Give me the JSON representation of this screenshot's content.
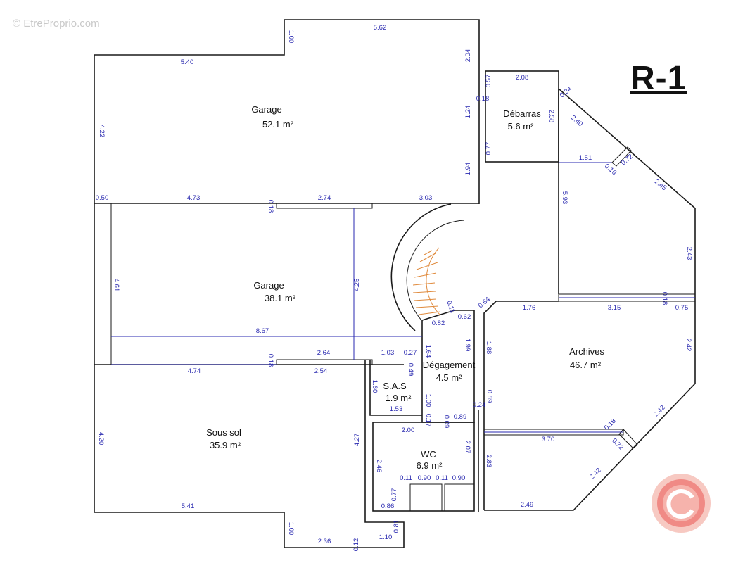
{
  "watermark": "© EtreProprio.com",
  "level_title": "R-1",
  "area_unit": "m²",
  "rooms": [
    {
      "name": "Garage",
      "area": "52.1"
    },
    {
      "name": "Garage",
      "area": "38.1"
    },
    {
      "name": "Débarras",
      "area": "5.6"
    },
    {
      "name": "Archives",
      "area": "46.7"
    },
    {
      "name": "Dégagement",
      "area": "4.5"
    },
    {
      "name": "S.A.S",
      "area": "1.9"
    },
    {
      "name": "WC",
      "area": "6.9"
    },
    {
      "name": "Sous sol",
      "area": "35.9"
    }
  ],
  "dimensions": [
    "5.62",
    "1.00",
    "5.40",
    "2.04",
    "0.57",
    "2.08",
    "0.18",
    "1.24",
    "2.58",
    "0.34",
    "2.40",
    "0.77",
    "4.22",
    "1.94",
    "1.51",
    "0.16",
    "0.72",
    "2.45",
    "0.50",
    "4.73",
    "2.74",
    "3.03",
    "0.18",
    "5.93",
    "4.61",
    "4.25",
    "2.43",
    "0.11",
    "0.54",
    "1.76",
    "3.15",
    "0.18",
    "0.75",
    "0.82",
    "0.62",
    "8.67",
    "1.64",
    "1.99",
    "1.88",
    "2.42",
    "2.64",
    "1.03",
    "0.27",
    "0.18",
    "0.49",
    "4.74",
    "2.54",
    "1.60",
    "1.00",
    "0.89",
    "0.24",
    "1.53",
    "0.17",
    "0.09",
    "0.89",
    "2.42",
    "0.18",
    "2.00",
    "4.20",
    "4.27",
    "3.70",
    "0.72",
    "2.07",
    "2.46",
    "2.83",
    "0.11",
    "0.90",
    "0.11",
    "0.90",
    "2.42",
    "0.77",
    "5.41",
    "0.86",
    "2.49",
    "1.00",
    "0.81",
    "2.36",
    "1.10",
    "0.12"
  ]
}
